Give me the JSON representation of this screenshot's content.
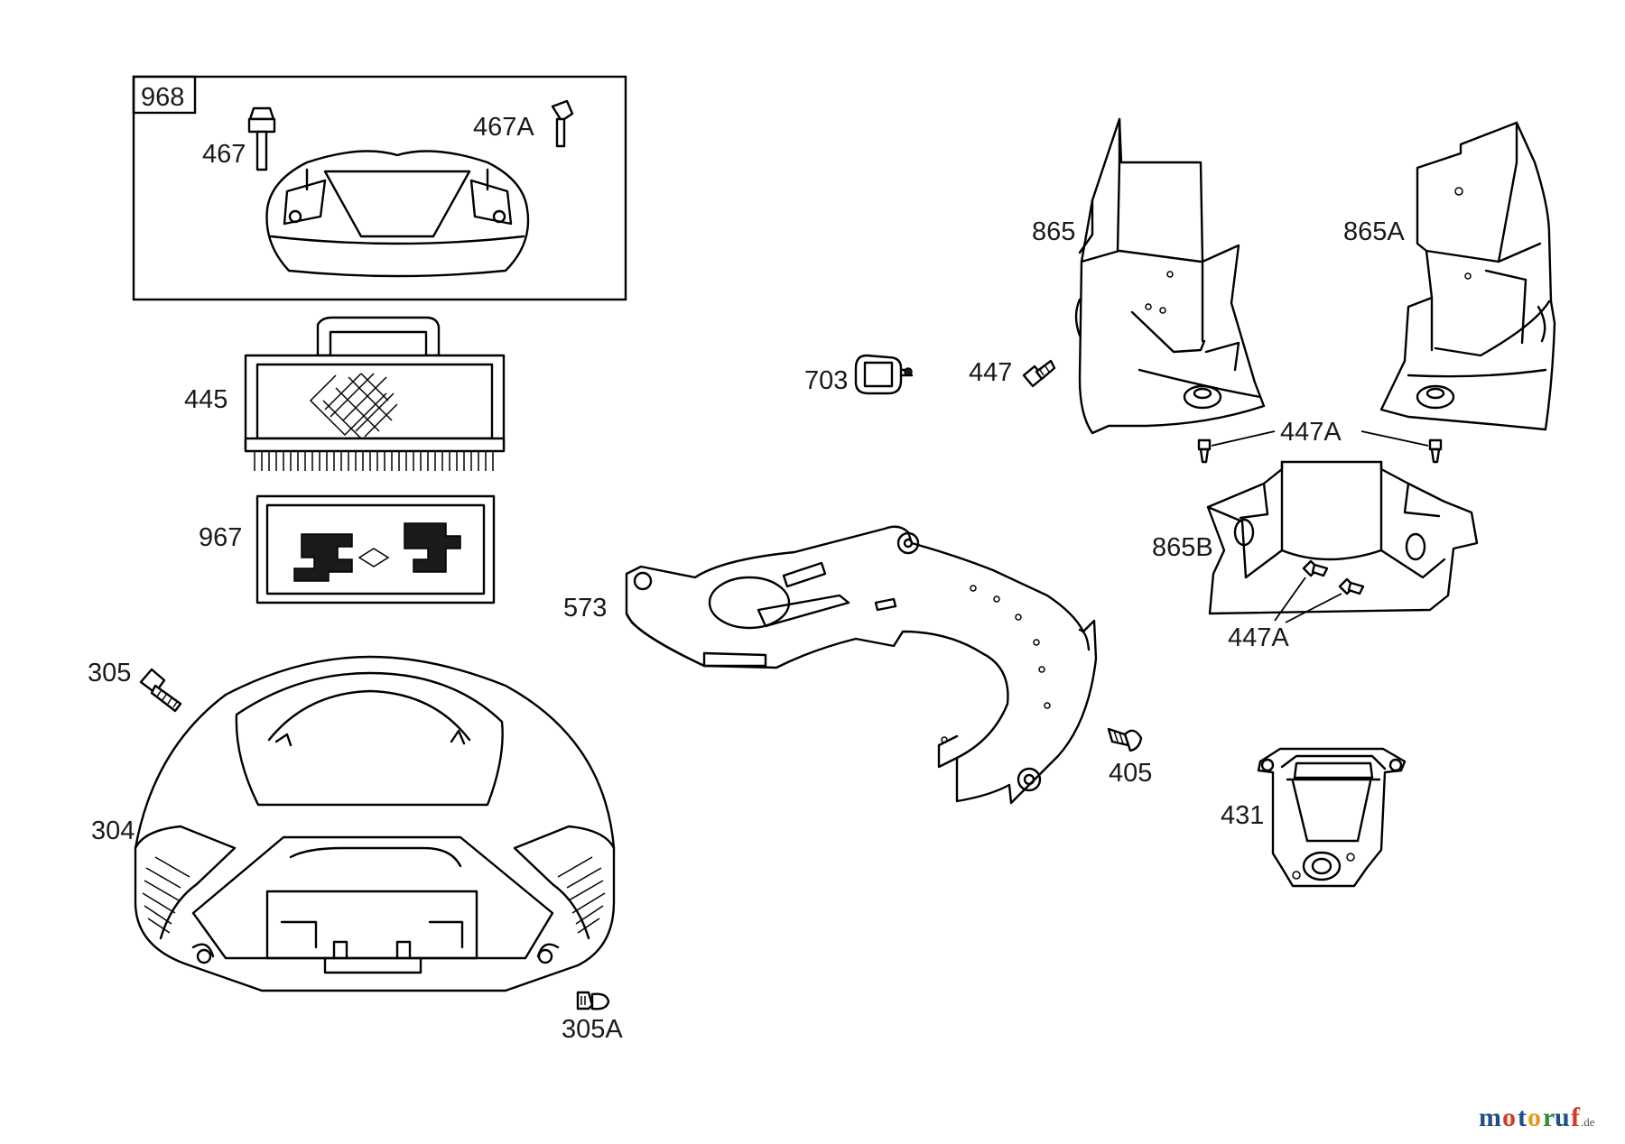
{
  "labels": {
    "p968": "968",
    "p467": "467",
    "p467a": "467A",
    "p445": "445",
    "p967": "967",
    "p305": "305",
    "p304": "304",
    "p305a": "305A",
    "p573": "573",
    "p703": "703",
    "p447": "447",
    "p865": "865",
    "p865a": "865A",
    "p447a_top": "447A",
    "p865b": "865B",
    "p447a_bottom": "447A",
    "p405": "405",
    "p431": "431"
  },
  "watermark": {
    "letters": [
      "m",
      "o",
      "t",
      "o",
      "r",
      "u",
      "f"
    ],
    "suffix": ".de"
  }
}
